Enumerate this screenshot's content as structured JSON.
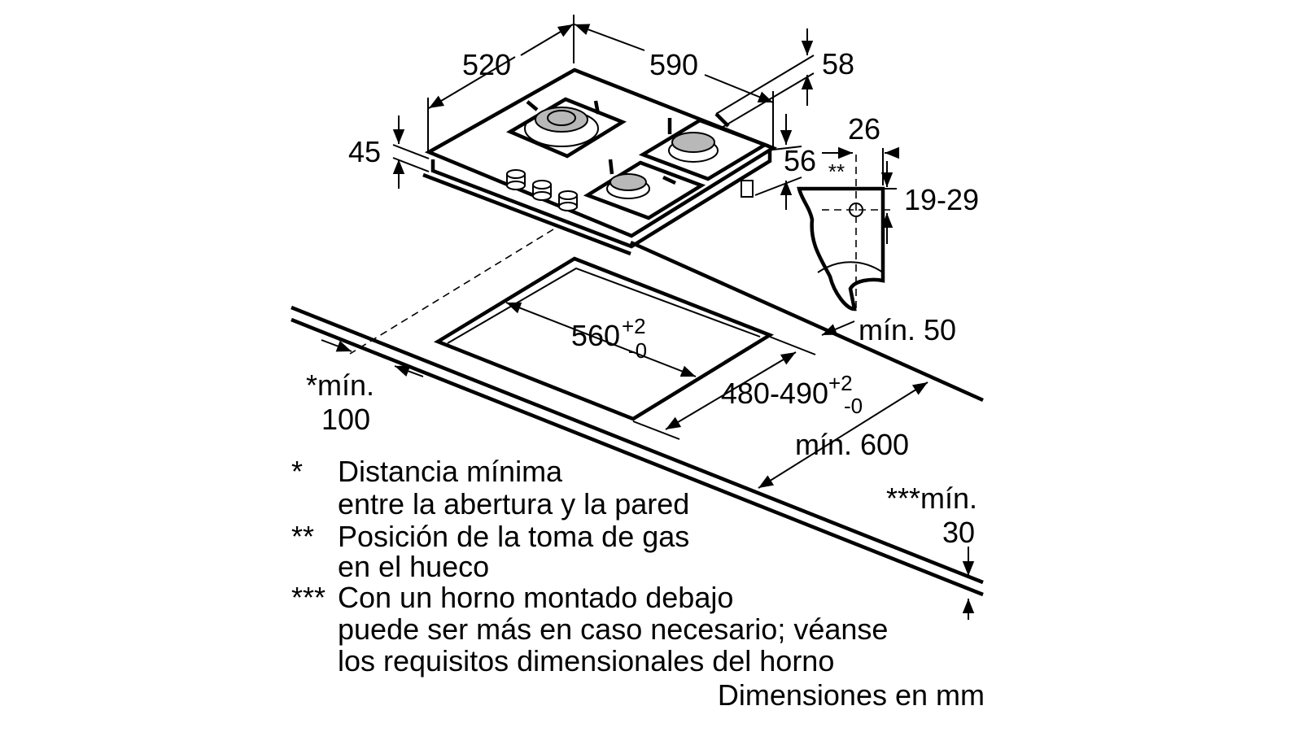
{
  "dimensions": {
    "depth": "520",
    "width": "590",
    "d58": "58",
    "height": "45",
    "d26": "26",
    "d56": "56",
    "double_star": "**",
    "range_19_29": "19-29",
    "cutout_width": "560",
    "cutout_width_tol_plus": "+2",
    "cutout_width_tol_minus": "-0",
    "min_50": "mín. 50",
    "min_100_label": "*mín.",
    "min_100_value": "100",
    "cutout_depth": "480-490",
    "cutout_depth_tol_plus": "+2",
    "cutout_depth_tol_minus": "-0",
    "min_600": "mín. 600",
    "min_30_label": "***mín.",
    "min_30_value": "30"
  },
  "notes": [
    {
      "mark": "*",
      "lines": [
        "Distancia mínima",
        "entre la abertura y la pared"
      ]
    },
    {
      "mark": "**",
      "lines": [
        "Posición de la toma de gas",
        "en el hueco"
      ]
    },
    {
      "mark": "***",
      "lines": [
        "Con un horno montado debajo",
        "puede ser más en caso necesario; véanse",
        "los requisitos dimensionales del horno"
      ]
    }
  ],
  "units_caption": "Dimensiones en mm",
  "colors": {
    "burner": "#b8b8b8",
    "line": "#000000"
  }
}
